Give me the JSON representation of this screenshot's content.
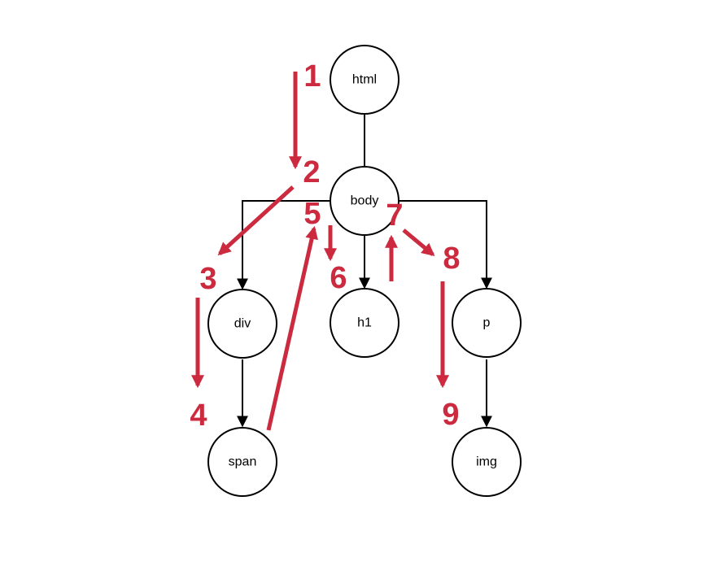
{
  "colors": {
    "node_stroke": "#000000",
    "edge": "#000000",
    "step": "#cc2b3f",
    "background": "#ffffff"
  },
  "nodes": {
    "html": "html",
    "body": "body",
    "div": "div",
    "h1": "h1",
    "p": "p",
    "span": "span",
    "img": "img"
  },
  "steps": [
    "1",
    "2",
    "3",
    "4",
    "5",
    "6",
    "7",
    "8",
    "9"
  ]
}
